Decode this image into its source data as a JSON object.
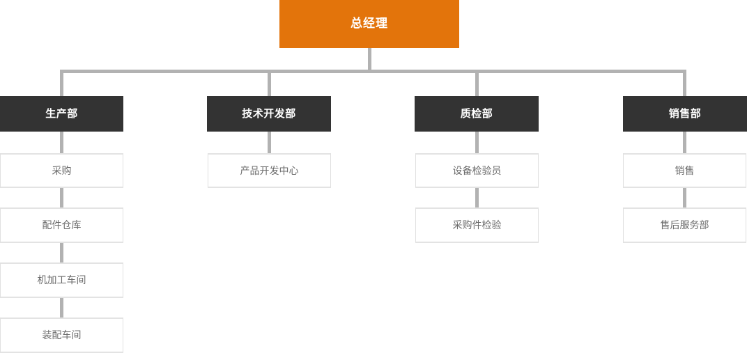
{
  "chart": {
    "type": "org-chart",
    "title": "",
    "root": {
      "label": "总经理",
      "color": "#e3740b",
      "text_color": "#ffffff"
    },
    "connector_color": "#b2b2b2",
    "department_color": "#333333",
    "leaf_border_color": "#e0e0e0",
    "leaf_text_color": "#6b6b6b",
    "departments": [
      {
        "label": "生产部",
        "children": [
          {
            "label": "采购"
          },
          {
            "label": "配件仓库"
          },
          {
            "label": "机加工车间"
          },
          {
            "label": "装配车间"
          }
        ]
      },
      {
        "label": "技术开发部",
        "children": [
          {
            "label": "产品开发中心"
          }
        ]
      },
      {
        "label": "质检部",
        "children": [
          {
            "label": "设备检验员"
          },
          {
            "label": "采购件检验"
          }
        ]
      },
      {
        "label": "销售部",
        "children": [
          {
            "label": "销售"
          },
          {
            "label": "售后服务部"
          }
        ]
      }
    ]
  }
}
